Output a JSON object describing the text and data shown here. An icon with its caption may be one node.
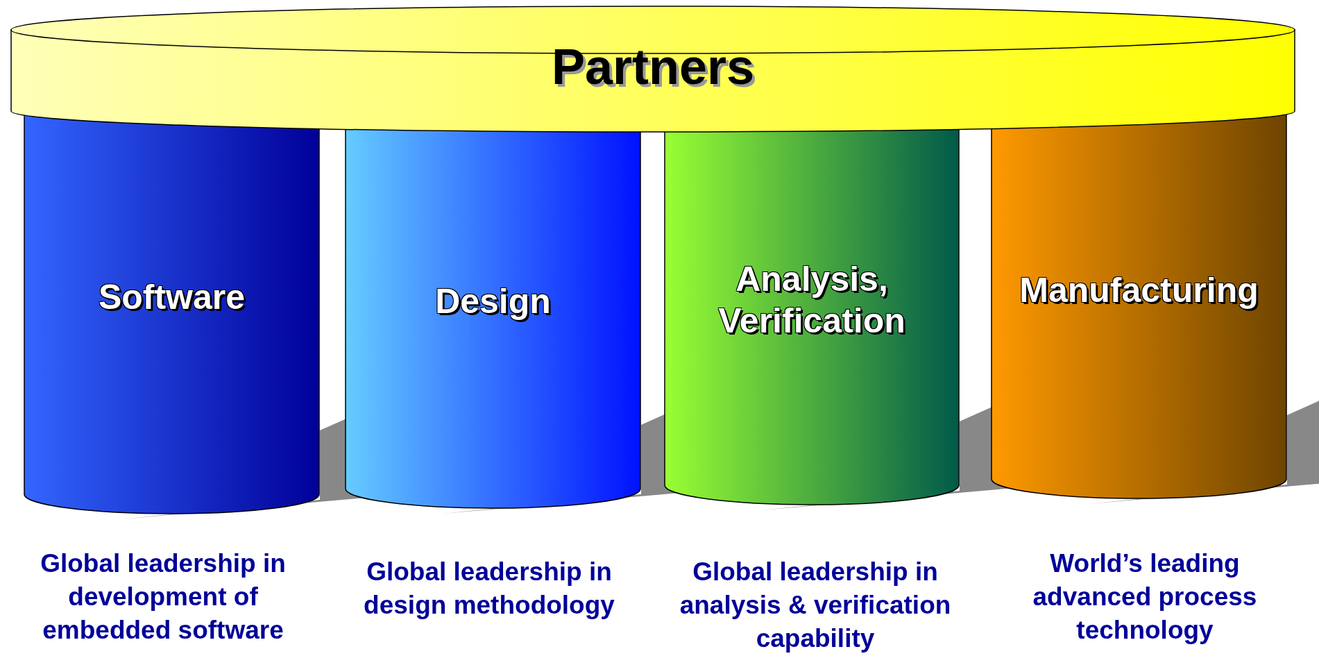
{
  "diagram": {
    "nodes": [
      {
        "text": [
          "Partners"
        ]
      },
      {
        "text": [
          "Software"
        ],
        "beside": [
          "Global leadership in development of embedded software"
        ]
      },
      {
        "text": [
          "Design"
        ],
        "beside": [
          "Global leadership in design methodology"
        ]
      },
      {
        "text": [
          "Analysis, Verification"
        ],
        "beside": [
          "Global leadership in analysis & verification capability"
        ]
      },
      {
        "text": [
          "Manufacturing"
        ],
        "beside": [
          "World’s leading advanced process technology"
        ]
      }
    ]
  }
}
